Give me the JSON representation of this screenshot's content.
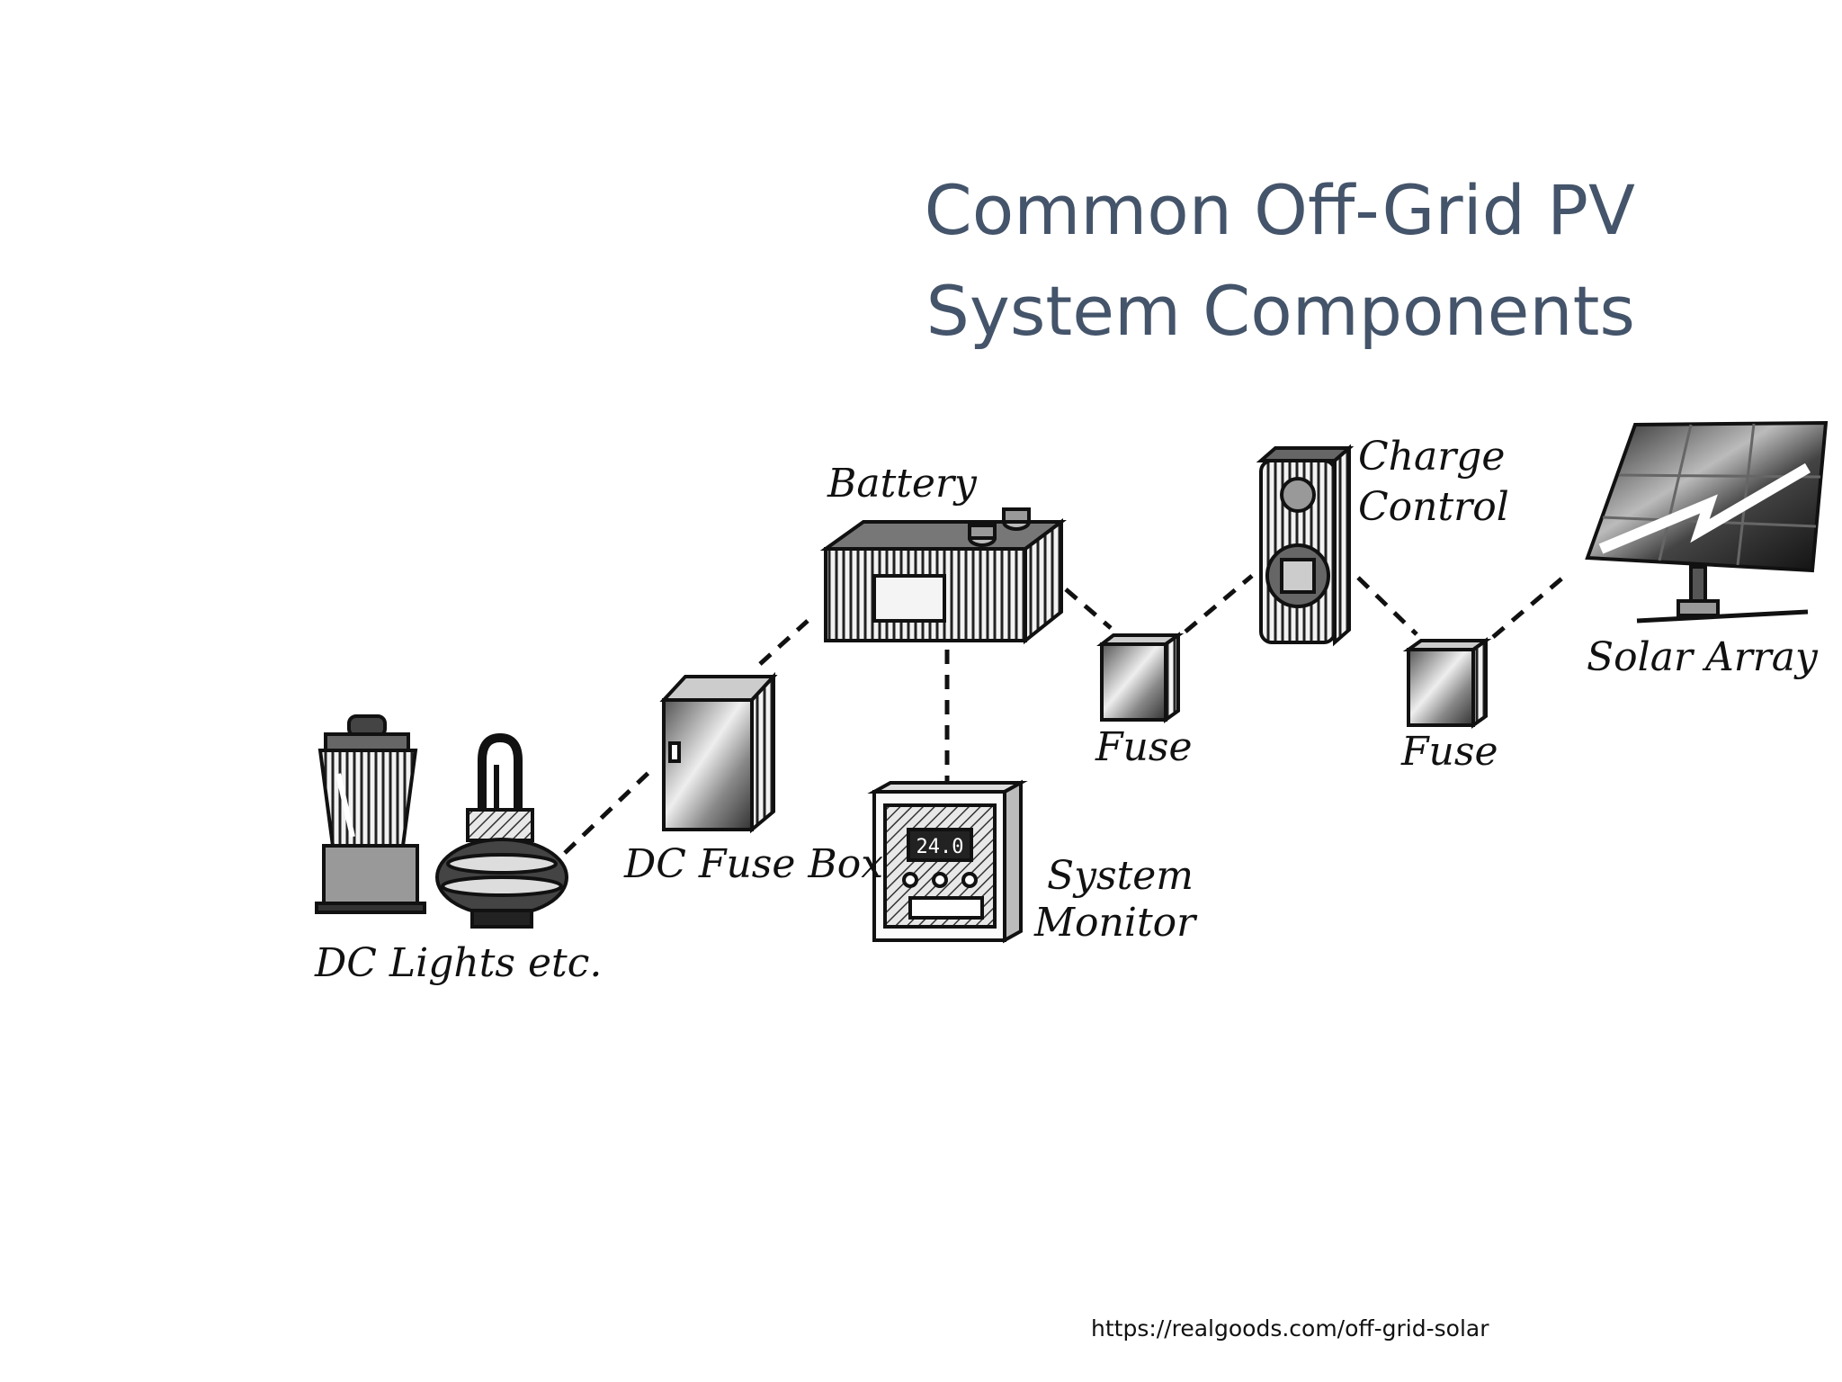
{
  "slide": {
    "title_line1": "Common Off-Grid PV",
    "title_line2": "System Components",
    "source_url": "https://realgoods.com/off-grid-solar"
  },
  "diagram": {
    "labels": {
      "battery": "Battery",
      "charge_control_1": "Charge",
      "charge_control_2": "Control",
      "solar_array": "Solar Array",
      "fuse_left": "Fuse",
      "fuse_right": "Fuse",
      "dc_fuse_box": "DC Fuse Box",
      "system_monitor_1": "System",
      "system_monitor_2": "Monitor",
      "dc_lights": "DC Lights etc.",
      "monitor_display": "24.0"
    }
  }
}
